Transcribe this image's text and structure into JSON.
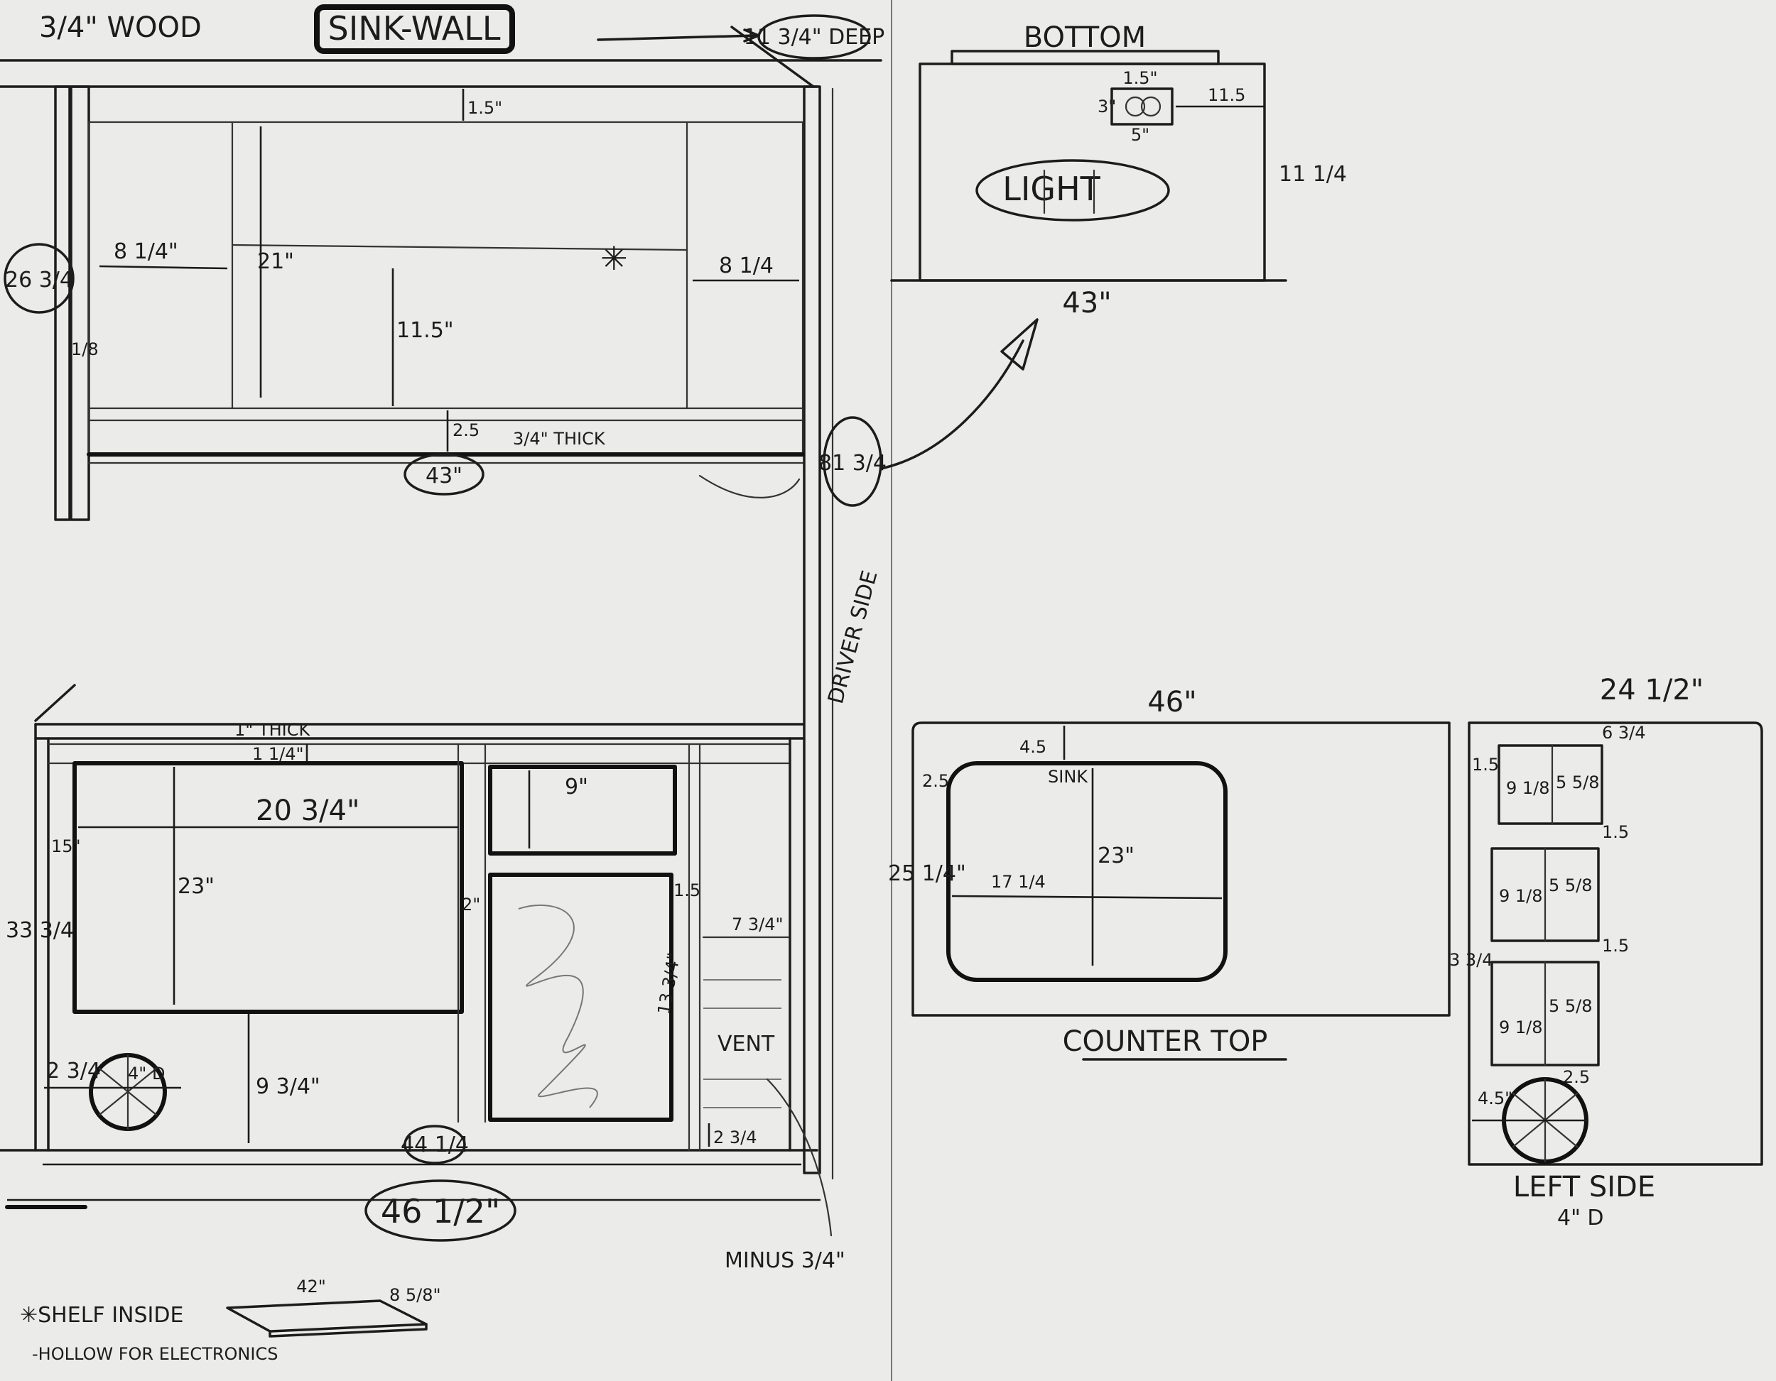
{
  "title": "SINK-WALL",
  "notes": {
    "material": "3/4\" WOOD",
    "depth": "11 3/4\" DEEP",
    "shelf_inside": "✳SHELF INSIDE",
    "hollow": "-HOLLOW FOR ELECTRONICS",
    "driver_side": "DRIVER SIDE",
    "minus": "MINUS 3/4\"",
    "thick_top": "1\" THICK",
    "thick_mid": "3/4\" THICK"
  },
  "upper_cabinet": {
    "dims": {
      "top_gap": "1.5\"",
      "left_span": "8 1/4\"",
      "right_span": "8 1/4",
      "center_height": "21\"",
      "shelf_height": "11.5\"",
      "bottom_gap": "2.5",
      "width": "43\"",
      "side_height": "26 3/4",
      "side_thickness": "1/8",
      "total_height": "81 3/4"
    },
    "star": "✳"
  },
  "bottom_view": {
    "label": "BOTTOM",
    "light": "LIGHT",
    "width": "43\"",
    "depth": "11 1/4",
    "outlet": {
      "w_top": "1.5\"",
      "h": "3\"",
      "w_bottom": "5\"",
      "offset": "11.5"
    }
  },
  "lower_cabinet": {
    "dims": {
      "top_thick": "1 1/4\"",
      "left_width": "20 3/4\"",
      "left_height": "23\"",
      "left_offset": "15\"",
      "side_height": "33 3/4",
      "below_height": "9 3/4\"",
      "circle_offset": "2 3/4",
      "circle_dia": "4\" D",
      "drawer_height": "9\"",
      "mid_gap": "2\"",
      "right_gap": "1.5",
      "vent_width": "7 3/4\"",
      "vent_height": "13 3/4\"",
      "bottom_gap": "2 3/4",
      "inner_width": "44 1/4",
      "outer_width": "46 1/2\""
    },
    "vent": "VENT"
  },
  "counter_top": {
    "label": "COUNTER TOP",
    "sink": "SINK",
    "width": "46\"",
    "sink_top": "4.5",
    "sink_left": "2.5",
    "depth": "25 1/4\"",
    "sink_width": "17 1/4",
    "sink_height": "23\""
  },
  "left_side": {
    "label": "LEFT SIDE",
    "width": "24 1/2\"",
    "top_gap": "6 3/4",
    "left_gap": "1.5",
    "box_w": "9 1/8",
    "box_h": "5 5/8",
    "gap1": "1.5",
    "gap2": "1.5",
    "side_offset": "3 3/4",
    "circle_gap": "2.5",
    "circle_left": "4.5\"",
    "circle_dia": "4\" D"
  },
  "shelf_board": {
    "length": "42\"",
    "depth": "8 5/8\""
  }
}
